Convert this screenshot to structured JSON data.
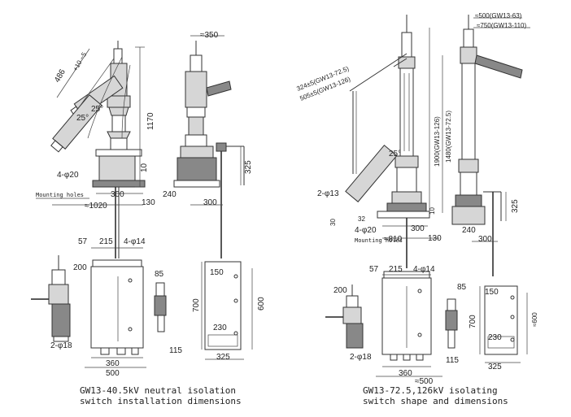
{
  "left_view": {
    "caption_line1": "GW13-40.5kV neutral isolation",
    "caption_line2": "switch installation dimensions",
    "dims": {
      "d486": "486",
      "tol_486": "+10 −5",
      "a25a": "25°",
      "a25b": "25°",
      "d1170": "1170",
      "d350": "≈350",
      "d325": "325",
      "d10": "10",
      "d4phi20": "4-φ20",
      "mounting": "Mounting holes",
      "d300a": "300",
      "d130": "130",
      "d1020": "≈1020",
      "d240": "240",
      "d300b": "300",
      "d57": "57",
      "d215": "215",
      "d4phi14": "4-φ14",
      "d200": "200",
      "d85": "85",
      "d150": "150",
      "d700": "700",
      "d600": "600",
      "d230": "230",
      "d2phi18": "2-φ18",
      "d115": "115",
      "d360": "360",
      "d500": "500",
      "d325b": "325"
    }
  },
  "right_view": {
    "caption_line1": "GW13-72.5,126kV isolating",
    "caption_line2": "switch shape and dimensions",
    "dims": {
      "d500gw63": "≈500(GW13-63)",
      "d750gw110": "≈750(GW13-110)",
      "d324": "324±5(GW13-72.5)",
      "d505": "505±5(GW13-126)",
      "d1900": "1900(GW13-126)",
      "d1480": "1480(GW13-72.5)",
      "a25": "25°",
      "d2phi13": "2-φ13",
      "d30": "30",
      "d32": "32",
      "d4phi20": "4-φ20",
      "mounting": "Mounting holes",
      "d810": "≈810",
      "d300a": "300",
      "d130": "130",
      "d10": "10",
      "d325": "325",
      "d240": "240",
      "d300b": "300",
      "d57": "57",
      "d215": "215",
      "d4phi14": "4-φ14",
      "d200": "200",
      "d85": "85",
      "d150": "150",
      "d700": "700",
      "d600": "≈600",
      "d230": "230",
      "d2phi18": "2-φ18",
      "d115": "115",
      "d360": "360",
      "d500": "≈500",
      "d325b": "325"
    }
  }
}
